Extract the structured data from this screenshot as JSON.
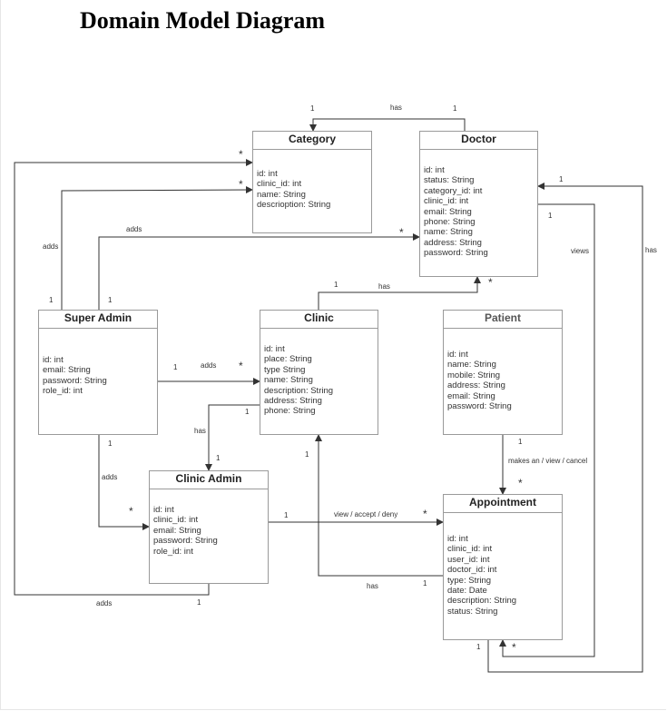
{
  "title": "Domain Model Diagram",
  "entities": {
    "category": {
      "name": "Category",
      "attributes": [
        "id: int",
        "clinic_id: int",
        "name: String",
        "descrioption: String"
      ]
    },
    "doctor": {
      "name": "Doctor",
      "attributes": [
        "id: int",
        "status: String",
        "category_id: int",
        "clinic_id: int",
        "email: String",
        "phone: String",
        "name: String",
        "address: String",
        "password: String"
      ]
    },
    "super_admin": {
      "name": "Super Admin",
      "attributes": [
        "id: int",
        "email: String",
        "password: String",
        "role_id: int"
      ]
    },
    "clinic": {
      "name": "Clinic",
      "attributes": [
        "id: int",
        "place: String",
        "type String",
        "name: String",
        "description: String",
        "address: String",
        "phone: String"
      ]
    },
    "patient": {
      "name": "Patient",
      "attributes": [
        "id: int",
        "name: String",
        "mobile: String",
        "address: String",
        "email: String",
        "password: String"
      ]
    },
    "clinic_admin": {
      "name": "Clinic Admin",
      "attributes": [
        "id: int",
        "clinic_id: int",
        "email: String",
        "password: String",
        "role_id: int"
      ]
    },
    "appointment": {
      "name": "Appointment",
      "attributes": [
        "id: int",
        "clinic_id: int",
        "user_id: int",
        "doctor_id: int",
        "type: String",
        "date: Date",
        "description: String",
        "status: String"
      ]
    }
  },
  "labels": {
    "doctor_has_category": {
      "text": "has",
      "from_mult": "1",
      "to_mult": "1"
    },
    "sa_adds_category": {
      "text": "adds",
      "from_mult": "1",
      "to_mult": "*"
    },
    "sa_adds_doctor": {
      "text": "adds",
      "from_mult": "1",
      "to_mult": "*"
    },
    "clinic_has_doctor": {
      "text": "has",
      "from_mult": "1",
      "to_mult": "*"
    },
    "sa_adds_clinic": {
      "text": "adds",
      "from_mult": "1",
      "to_mult": "*"
    },
    "clinic_has_clinic_admin": {
      "text": "has",
      "from_mult": "1",
      "to_mult": "1"
    },
    "sa_adds_clinic_admin": {
      "text": "adds",
      "from_mult": "1",
      "to_mult": "*"
    },
    "ca_adds_category": {
      "text": "adds",
      "from_mult": "1",
      "to_mult": "*"
    },
    "patient_appointment": {
      "text": "makes an / view / cancel",
      "from_mult": "1",
      "to_mult": "*"
    },
    "ca_appointment": {
      "text": "view / accept / deny",
      "from_mult": "1",
      "to_mult": "*"
    },
    "appointment_has_clinic": {
      "text": "has",
      "from_mult": "1",
      "to_mult": "1"
    },
    "doctor_views": {
      "text": "views",
      "from_mult": "1",
      "to_mult": "*"
    },
    "appointment_has_doctor": {
      "text": "has",
      "from_mult": "1",
      "to_mult": "1"
    }
  }
}
